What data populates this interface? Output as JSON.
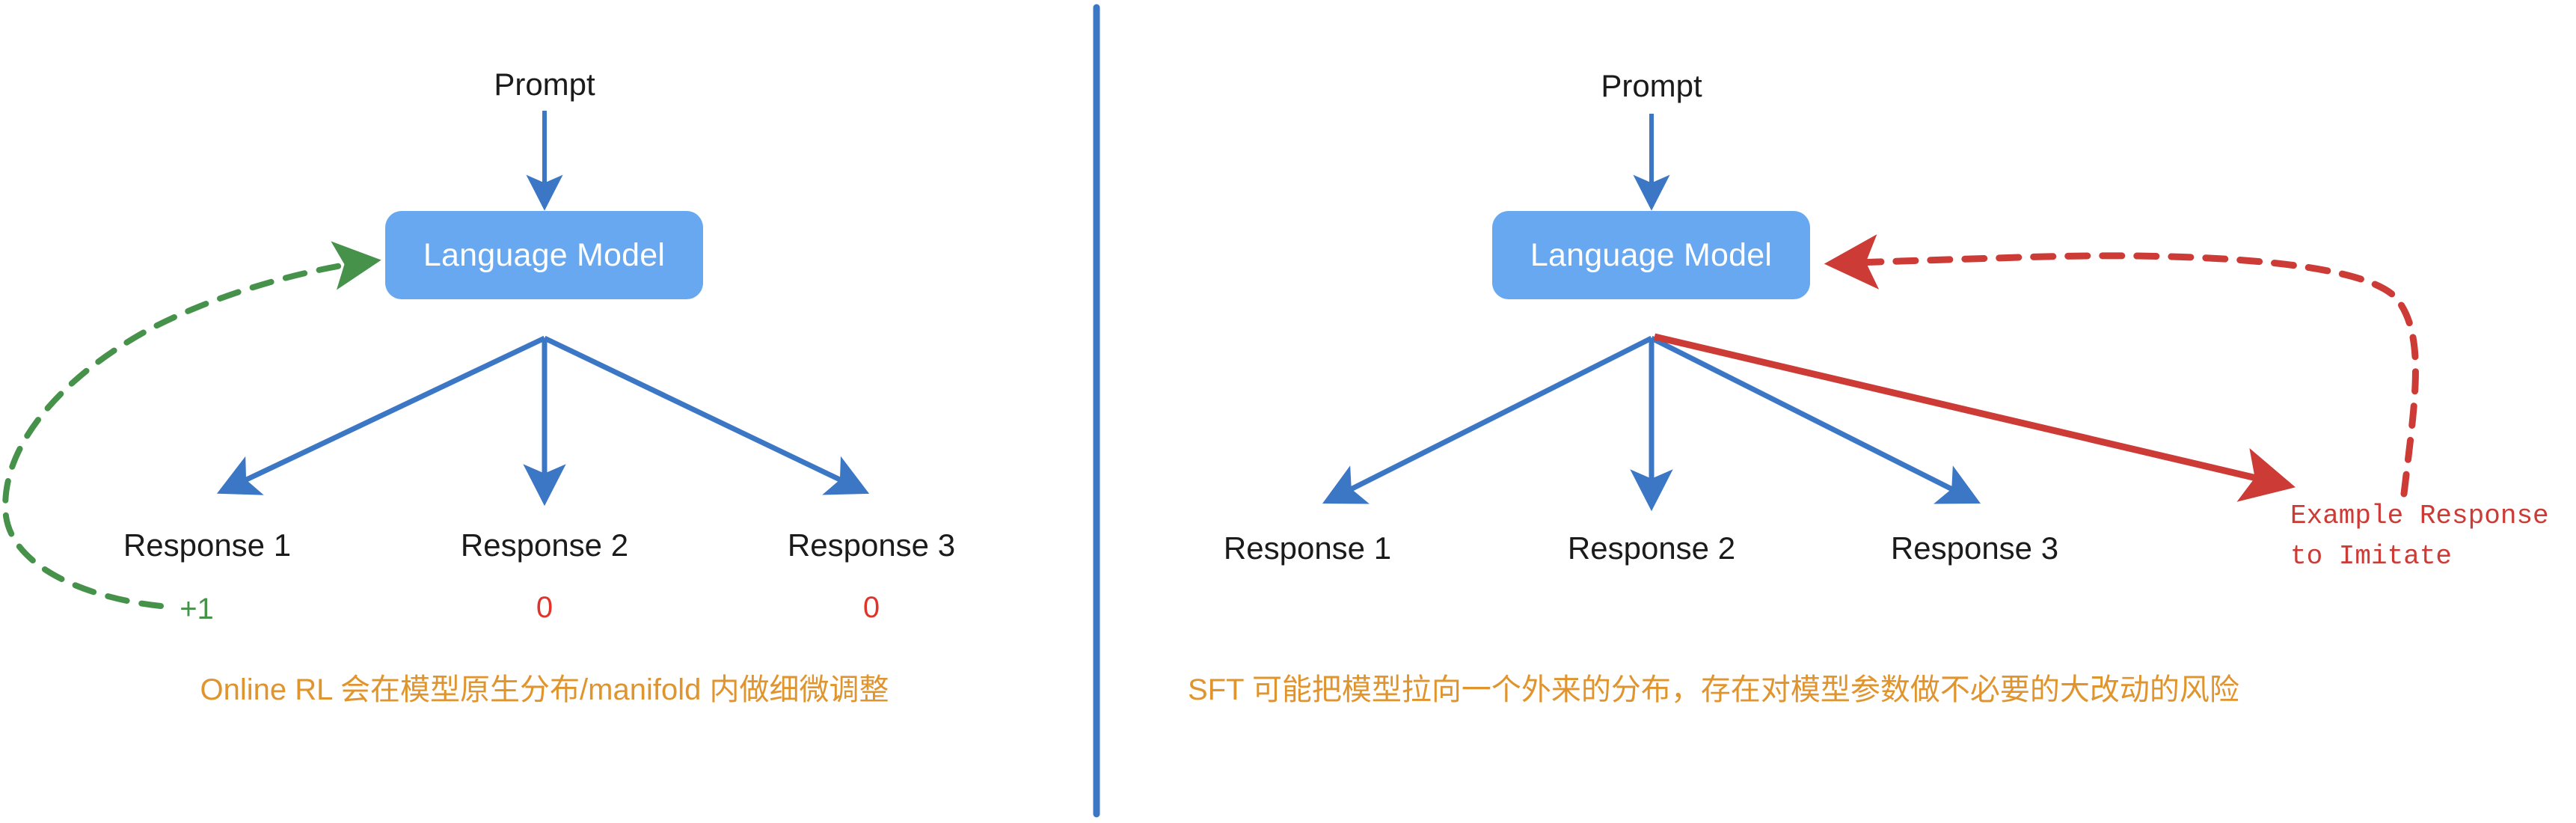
{
  "figure": {
    "title_present": false,
    "background": "#ffffff",
    "divider_color": "#3b77c4"
  },
  "colors": {
    "node_fill": "#68a8f0",
    "node_text": "#ffffff",
    "arrow_blue": "#3b77c4",
    "reward_positive": "#46924a",
    "reward_zero": "#e0342b",
    "caption_orange": "#e0942e",
    "sft_red": "#cc3b35",
    "label_black": "#1b1b1b"
  },
  "panels": [
    {
      "id": "online-rl",
      "prompt_label": "Prompt",
      "model_label": "Language Model",
      "responses": [
        {
          "label": "Response 1",
          "reward": "+1",
          "reward_kind": "positive"
        },
        {
          "label": "Response 2",
          "reward": "0",
          "reward_kind": "zero"
        },
        {
          "label": "Response 3",
          "reward": "0",
          "reward_kind": "zero"
        }
      ],
      "feedback": {
        "style": "dashed",
        "color": "#46924a",
        "from": "Response 1",
        "to": "Language Model",
        "annotation": "+1"
      },
      "caption": "Online RL 会在模型原生分布/manifold 内做细微调整"
    },
    {
      "id": "sft",
      "prompt_label": "Prompt",
      "model_label": "Language Model",
      "responses": [
        {
          "label": "Response 1",
          "reward": "",
          "reward_kind": "none"
        },
        {
          "label": "Response 2",
          "reward": "",
          "reward_kind": "none"
        },
        {
          "label": "Response 3",
          "reward": "",
          "reward_kind": "none"
        }
      ],
      "external_target": {
        "line1": "Example Response",
        "line2": "to Imitate",
        "color": "#cc3b35"
      },
      "feedback": {
        "style": "dashed",
        "color": "#cc3b35",
        "from": "Example Response to Imitate",
        "to": "Language Model"
      },
      "caption": "SFT 可能把模型拉向一个外来的分布，存在对模型参数做不必要的大改动的风险"
    }
  ]
}
